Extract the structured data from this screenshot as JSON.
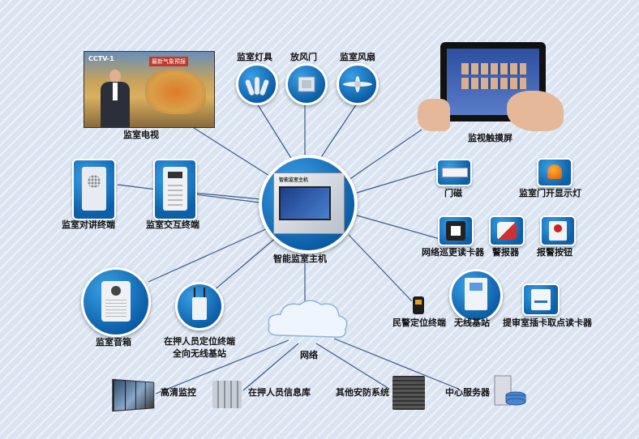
{
  "hub": {
    "label": "智能监室主机",
    "panel_title": "智能监室主机"
  },
  "tv": {
    "label": "监室电视",
    "channel": "CCTV-1",
    "weather_title": "最新气象预报"
  },
  "lights": {
    "label": "监室灯具"
  },
  "vent": {
    "label": "放风门"
  },
  "fan": {
    "label": "监室风扇"
  },
  "tablet": {
    "label": "监视触摸屏"
  },
  "door_magnet": {
    "label": "门磁"
  },
  "door_light": {
    "label": "监室门开显示灯"
  },
  "intercom": {
    "label": "监室对讲终端"
  },
  "interactive": {
    "label": "监室交互终端"
  },
  "patrol_reader": {
    "label": "网络巡更读卡器"
  },
  "alarm": {
    "label": "警报器"
  },
  "alarm_button": {
    "label": "报警按钮"
  },
  "speaker": {
    "label": "监室音箱"
  },
  "locator": {
    "label_line1": "在押人员定位终端",
    "label_line2": "全向无线基站"
  },
  "police_locator": {
    "label": "民警定位终端"
  },
  "wireless_station": {
    "label": "无线基站"
  },
  "card_reader": {
    "label": "提审室插卡取点读卡器"
  },
  "network": {
    "label": "网络"
  },
  "hd_monitor": {
    "label": "高清监控"
  },
  "inmate_db": {
    "label": "在押人员信息库"
  },
  "other_security": {
    "label": "其他安防系统"
  },
  "central_server": {
    "label": "中心服务器"
  },
  "colors": {
    "line": "#3b5a8a",
    "circle": "#0c5fa8",
    "background": "#dbe4f1"
  }
}
